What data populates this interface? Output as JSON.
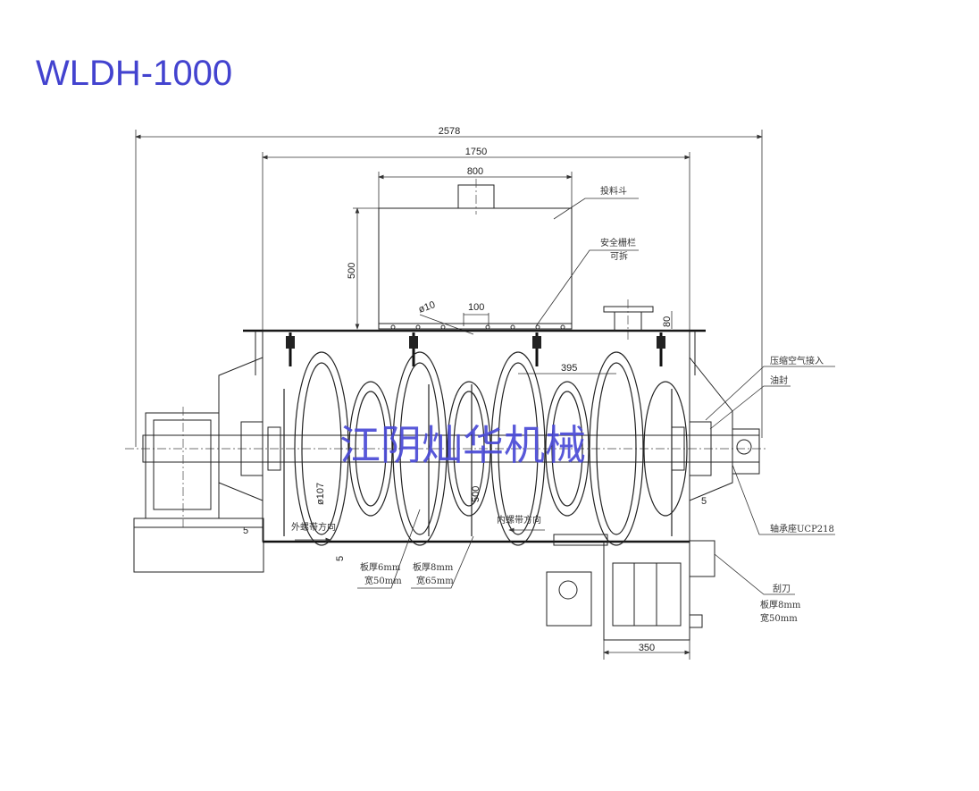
{
  "title": "WLDH-1000",
  "watermark": "江阴灿华机械",
  "dimensions": {
    "overall_length": "2578",
    "trough_length": "1750",
    "hopper_width": "800",
    "hopper_height": "500",
    "hole_dia": "ø10",
    "hole_pitch": "100",
    "flange_height": "80",
    "ribbon_pitch": "395",
    "shaft_dia": "ø107",
    "inner_dia": "500",
    "gap_left": "5",
    "gap_bottom": "5",
    "gap_right": "5",
    "valve_width": "350"
  },
  "labels": {
    "hopper": "投料斗",
    "guard": "安全栅栏",
    "guard_note": "可拆",
    "air_inlet": "压缩空气接入",
    "oil_seal": "油封",
    "bearing": "轴承座UCP218",
    "scraper": "刮刀",
    "scraper_thick": "板厚8mm",
    "scraper_width": "宽50mm",
    "outer_dir": "外螺带方向",
    "inner_dir": "内螺带方向",
    "outer_thick": "板厚6mm",
    "outer_width": "宽50mm",
    "inner_thick": "板厚8mm",
    "inner_width": "宽65mm"
  }
}
